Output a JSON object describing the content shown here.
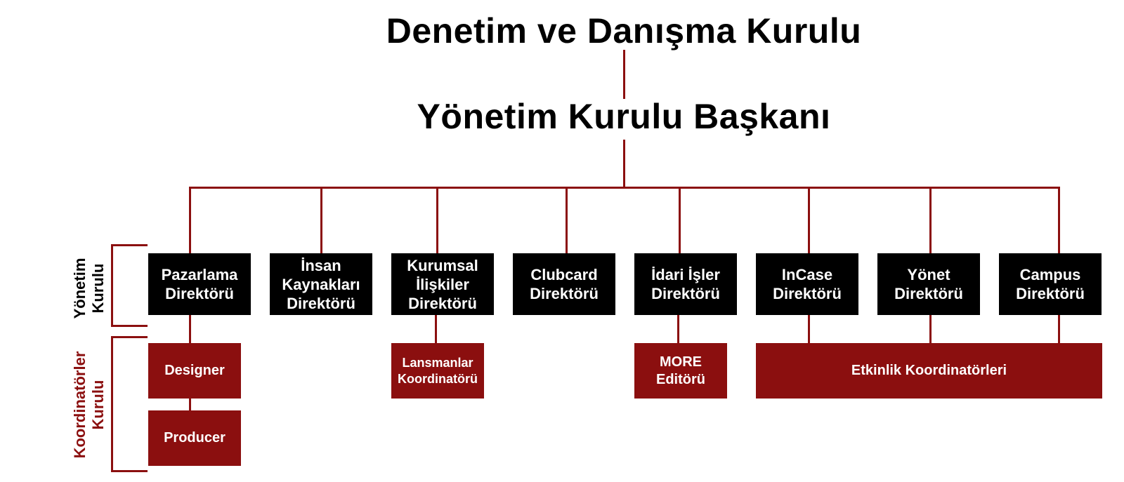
{
  "titles": {
    "board": "Denetim ve Danışma Kurulu",
    "chair": "Yönetim Kurulu Başkanı"
  },
  "side_labels": {
    "management": "Yönetim\nKurulu",
    "coordinators": "Koordinatörler\nKurulu"
  },
  "directors": [
    "Pazarlama\nDirektörü",
    "İnsan\nKaynakları\nDirektörü",
    "Kurumsal\nİlişkiler\nDirektörü",
    "Clubcard\nDirektörü",
    "İdari İşler\nDirektörü",
    "InCase\nDirektörü",
    "Yönet\nDirektörü",
    "Campus\nDirektörü"
  ],
  "coordinators": {
    "designer": "Designer",
    "producer": "Producer",
    "launches": "Lansmanlar\nKoordinatörü",
    "more": "MORE\nEditörü",
    "events": "Etkinlik Koordinatörleri"
  },
  "colors": {
    "accent": "#8b0f0f",
    "director_box": "#000000",
    "text": "#000000"
  }
}
